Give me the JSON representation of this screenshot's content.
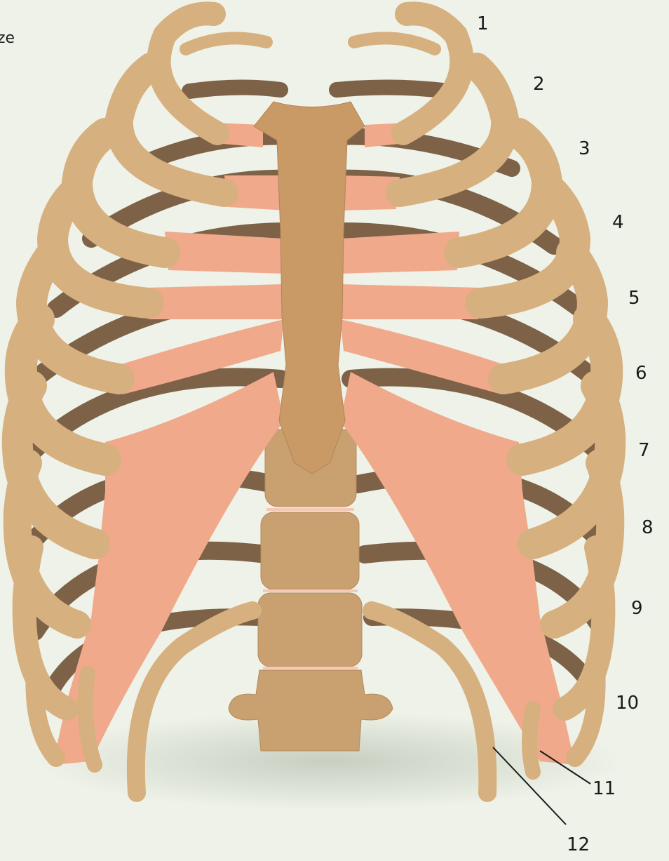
{
  "corner_text": "ze",
  "labels": {
    "rib1": "1",
    "rib2": "2",
    "rib3": "3",
    "rib4": "4",
    "rib5": "5",
    "rib6": "6",
    "rib7": "7",
    "rib8": "8",
    "rib9": "9",
    "rib10": "10",
    "rib11": "11",
    "rib12": "12"
  },
  "colors": {
    "background": "#eef2e8",
    "bone_front": "#d6b07e",
    "bone_back": "#7d6248",
    "cartilage": "#f0a98a",
    "sternum": "#c99a66",
    "vertebra": "#c9a06f",
    "shadow": "#cfd5c8"
  }
}
